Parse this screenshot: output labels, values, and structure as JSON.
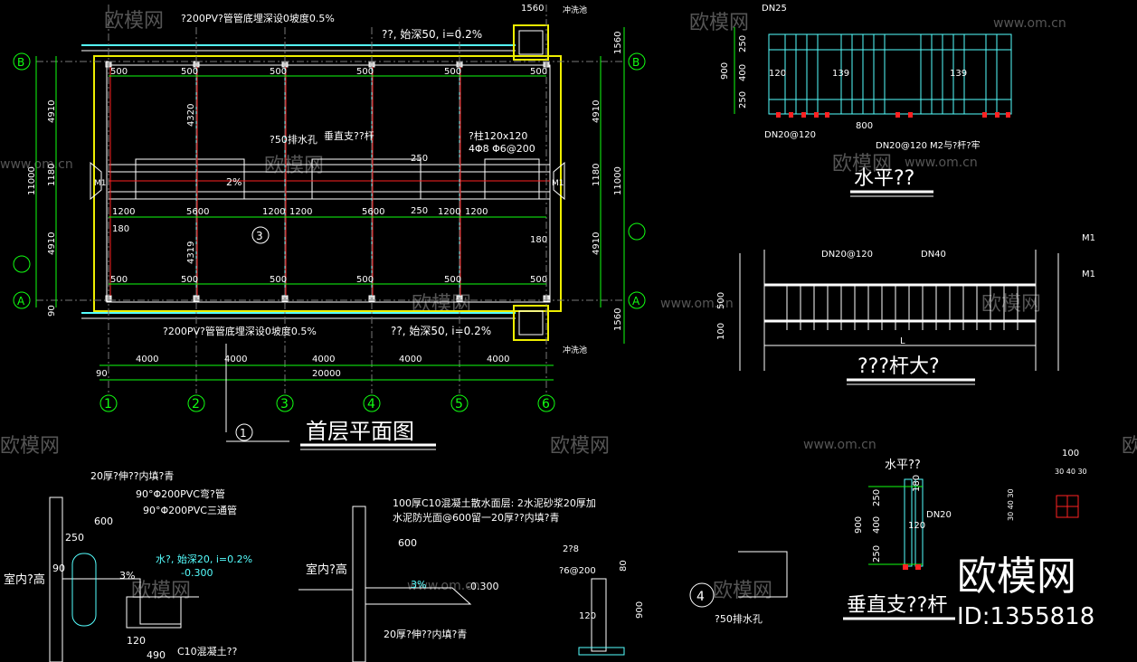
{
  "drawing": {
    "main_title": "首层平面图",
    "watermarks": {
      "brand": "欧模网",
      "url": "www.om.cn",
      "brand_big": "欧模网",
      "id": "ID:1355818"
    },
    "plan": {
      "axes_x": [
        "1",
        "2",
        "3",
        "4",
        "5",
        "6"
      ],
      "axes_y": [
        "A",
        "B"
      ],
      "spans": [
        "4000",
        "4000",
        "4000",
        "4000",
        "4000"
      ],
      "total": "20000",
      "edge": "90",
      "pipe_note_top": "?200PV?管管底埋深设0坡度0.5%",
      "pipe_note_bot": "?200PV?管管底埋深设0坡度0.5%",
      "gutter_top": "??, 始深50, i=0.2%",
      "gutter_bot": "??, 始深50, i=0.2%",
      "wash": "冲洗池",
      "wash2": "冲洗池",
      "drain": "?50排水孔",
      "vertical": "垂直支??杆",
      "column": "?柱120x120",
      "rebar": "4Φ8 Φ6@200",
      "slope": "2%",
      "door": "M1",
      "dim_1560": "1560",
      "dim_4910": "4910",
      "dim_11000": "11000",
      "dim_1180": "1180",
      "dim_180": "180",
      "dim_500": "500",
      "dim_1200": "1200",
      "dim_5600": "5600",
      "dim_250": "250",
      "dim_4320": "4320",
      "dim_4319": "4319",
      "dim_90": "90",
      "section_marks": [
        "1",
        "3"
      ],
      "dn25": "DN25"
    },
    "elev1": {
      "title": "水平??",
      "dn20": "DN20@120",
      "dn20b": "DN20@120",
      "note": "M2与?杆?牢",
      "d250": "250",
      "d400": "400",
      "d900": "900",
      "d800": "800",
      "d120": "120",
      "d139": "139"
    },
    "elev2": {
      "title": "???杆大?",
      "dn20": "DN20@120",
      "dn40": "DN40",
      "m1a": "M1",
      "m1b": "M1",
      "d100": "100",
      "d500": "500",
      "len": "L"
    },
    "detail_left": {
      "l1": "20厚?伸??内填?青",
      "l2": "90°Φ200PVC弯?管",
      "l3": "90°Φ200PVC三通管",
      "indoor": "室内?高",
      "gutter": "水?, 始深20, i=0.2%",
      "elev": "-0.300",
      "slope": "3%",
      "concrete": "C10混凝土??",
      "d600": "600",
      "d250": "250",
      "d490": "490",
      "d120": "120",
      "d90": "90"
    },
    "detail_mid": {
      "l1": "100厚C10混凝土散水面层: 2水泥砂浆20厚加",
      "l2": "水泥防光面@600留一20厚??内填?青",
      "indoor": "室内?高",
      "d600": "600",
      "slope": "3%",
      "elev": "-0.300",
      "joint": "20厚?伸??内填?青"
    },
    "detail_right": {
      "rebar1": "2?8",
      "rebar2": "?6@200",
      "d80": "80",
      "d900": "900",
      "d120": "120",
      "drain": "?50排水孔",
      "mark": "4"
    },
    "detail_post": {
      "title": "垂直支??杆",
      "h": "水平??",
      "dn20": "DN20",
      "d180": "180",
      "d250": "250",
      "d400": "400",
      "d900": "900",
      "d120": "120",
      "d100": "100",
      "d30": "30 40 30",
      "d30b": "30 40 30"
    }
  }
}
